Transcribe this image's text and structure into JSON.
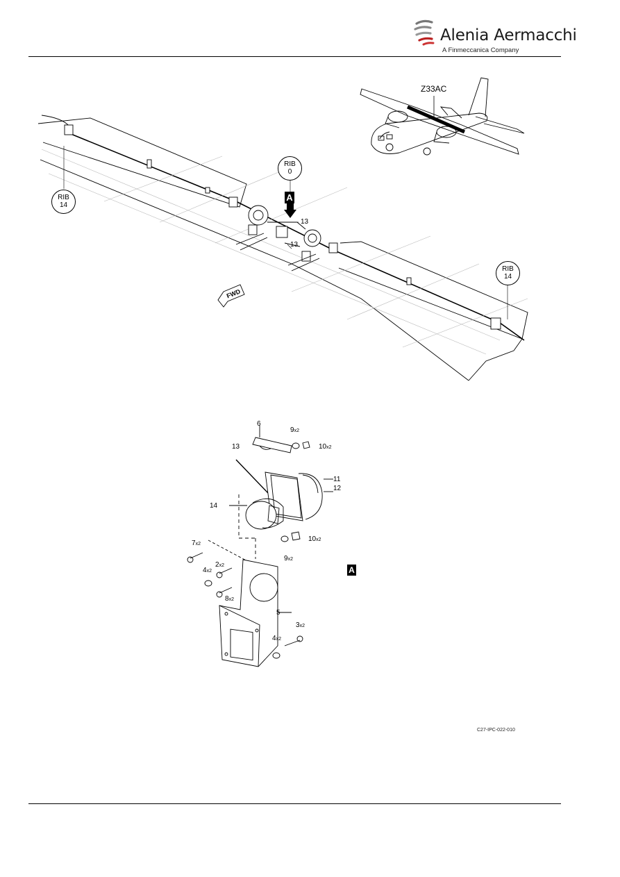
{
  "header": {
    "brand_name": "Alenia Aermacchi",
    "brand_subtitle": "A Finmeccanica Company"
  },
  "overview": {
    "aircraft_zone": "Z33AC",
    "rib_label": "RIB",
    "rib_center": "0",
    "rib_left": "14",
    "rib_right": "14",
    "detail_flag": "A",
    "fwd_label": "FWD",
    "callout_upper": "13",
    "callout_lower": "13"
  },
  "detail_a": {
    "flag": "A",
    "items": {
      "i6": "6",
      "i9a": "9",
      "i9a_qty": "x2",
      "i10a": "10",
      "i10a_qty": "x2",
      "i13": "13",
      "i11": "11",
      "i12": "12",
      "i14": "14",
      "i10b": "10",
      "i10b_qty": "x2",
      "i9b": "9",
      "i9b_qty": "x2",
      "i7": "7",
      "i7_qty": "x2",
      "i2": "2",
      "i2_qty": "x2",
      "i4a": "4",
      "i4a_qty": "x2",
      "i8": "8",
      "i8_qty": "x2",
      "i5": "5",
      "i3": "3",
      "i3_qty": "x2",
      "i4b": "4",
      "i4b_qty": "x2"
    }
  },
  "figure_ref": "C27-IPC-022-010"
}
